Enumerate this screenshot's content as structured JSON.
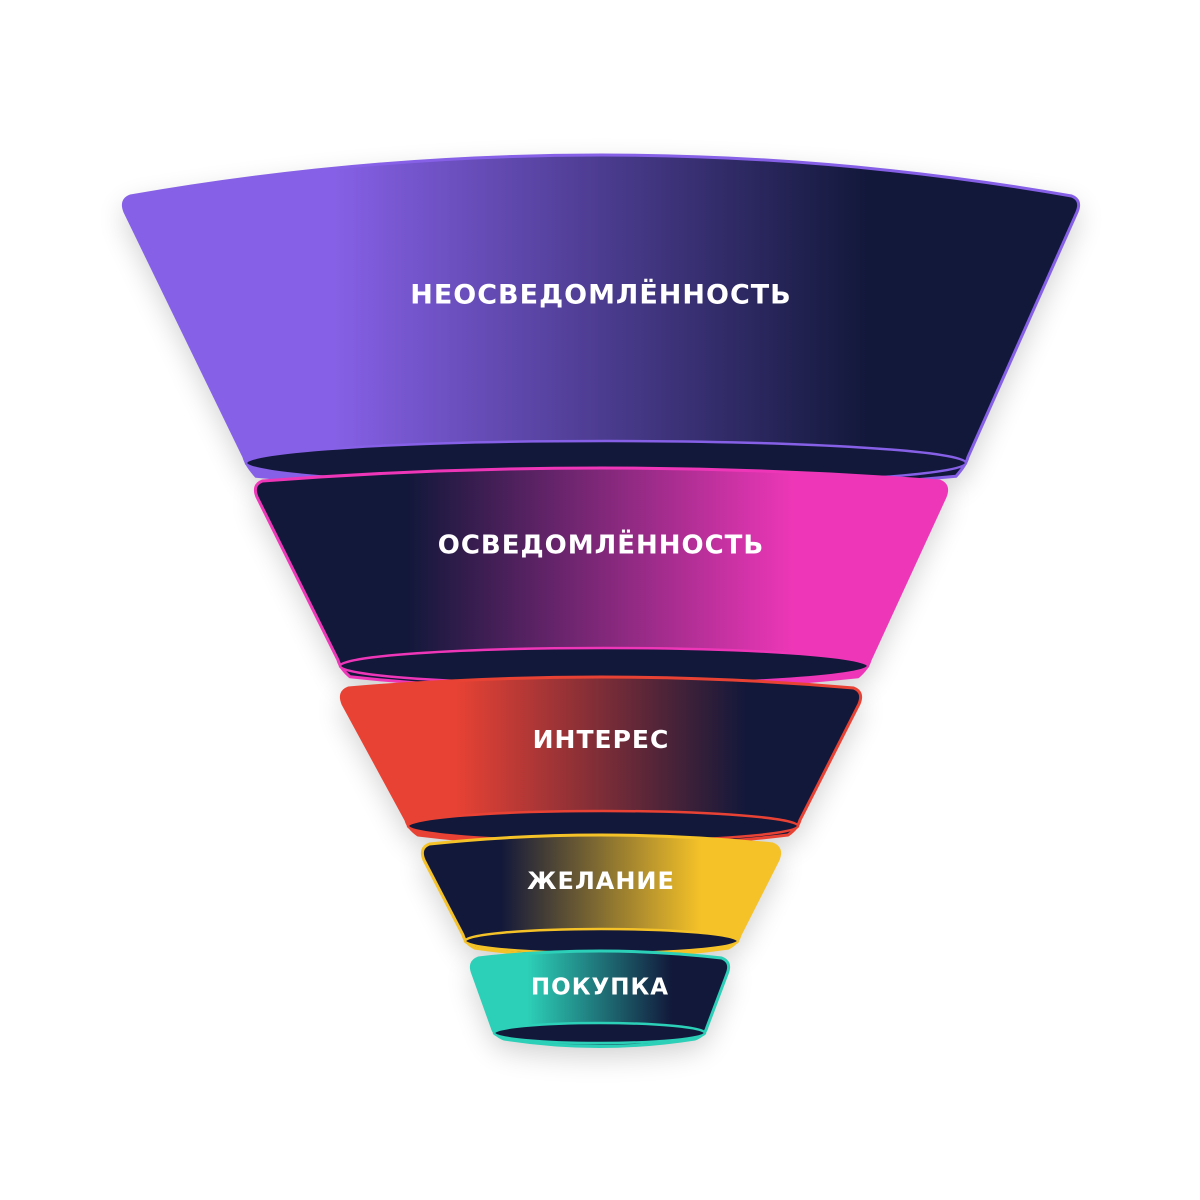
{
  "diagram": {
    "type": "funnel",
    "stages": [
      {
        "label": "НЕОСВЕДОМЛЁННОСТЬ",
        "accent": "#8660E6",
        "dark": "#12183A",
        "gradient_direction": "accent-left"
      },
      {
        "label": "ОСВЕДОМЛЁННОСТЬ",
        "accent": "#EE37B8",
        "dark": "#12183A",
        "gradient_direction": "accent-right"
      },
      {
        "label": "ИНТЕРЕС",
        "accent": "#E84234",
        "dark": "#12183A",
        "gradient_direction": "accent-left"
      },
      {
        "label": "ЖЕЛАНИЕ",
        "accent": "#F5C228",
        "dark": "#12183A",
        "gradient_direction": "accent-right"
      },
      {
        "label": "ПОКУПКА",
        "accent": "#2CCFB7",
        "dark": "#12183A",
        "gradient_direction": "accent-left"
      }
    ]
  }
}
